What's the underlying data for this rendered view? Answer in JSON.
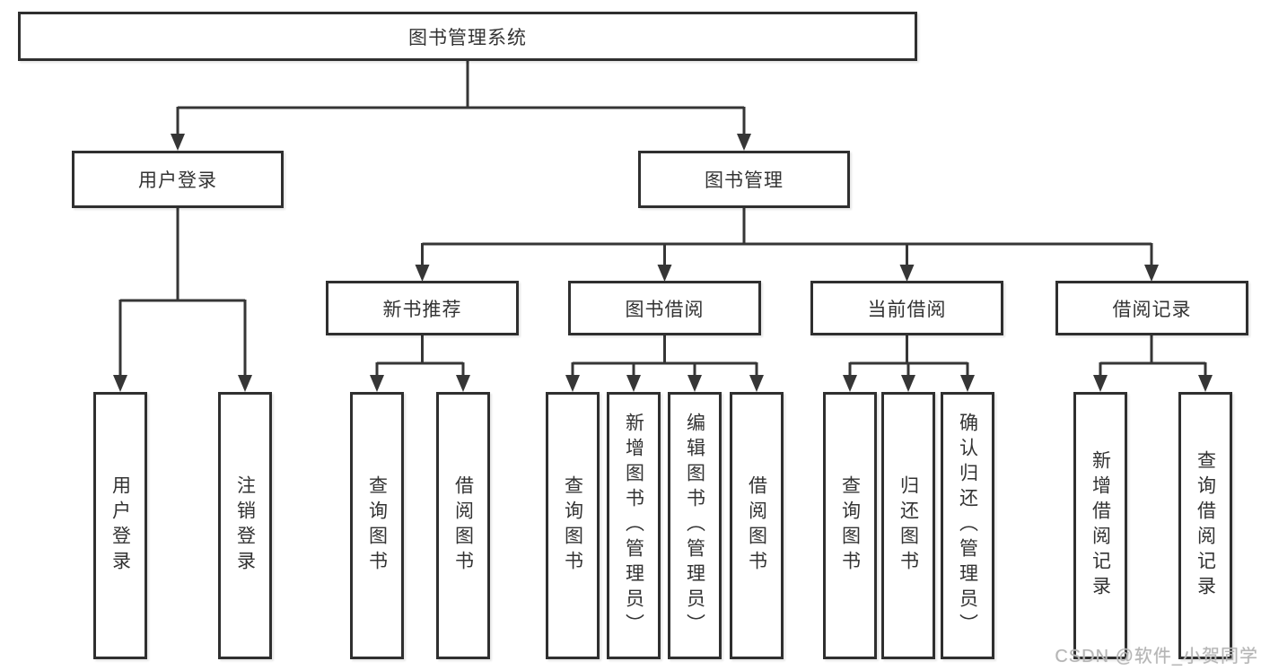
{
  "diagram": {
    "type": "hierarchy-tree",
    "tree": {
      "root": {
        "label": "图书管理系统"
      },
      "branches": [
        {
          "label": "用户登录",
          "children": [
            {
              "label": "用户登录"
            },
            {
              "label": "注销登录"
            }
          ]
        },
        {
          "label": "图书管理",
          "children": [
            {
              "label": "新书推荐",
              "children": [
                {
                  "label": "查询图书"
                },
                {
                  "label": "借阅图书"
                }
              ]
            },
            {
              "label": "图书借阅",
              "children": [
                {
                  "label": "查询图书"
                },
                {
                  "label": "新增图书（管理员）"
                },
                {
                  "label": "编辑图书（管理员）"
                },
                {
                  "label": "借阅图书"
                }
              ]
            },
            {
              "label": "当前借阅",
              "children": [
                {
                  "label": "查询图书"
                },
                {
                  "label": "归还图书"
                },
                {
                  "label": "确认归还（管理员）"
                }
              ]
            },
            {
              "label": "借阅记录",
              "children": [
                {
                  "label": "新增借阅记录"
                },
                {
                  "label": "查询借阅记录"
                }
              ]
            }
          ]
        }
      ]
    },
    "watermark": "CSDN @软件_小贺同学",
    "colors": {
      "line": "#363636",
      "box_border": "#2f2f2f",
      "box_fill": "#ffffff",
      "text": "#333333",
      "watermark": "#b5b5b5",
      "background": "#ffffff"
    }
  }
}
